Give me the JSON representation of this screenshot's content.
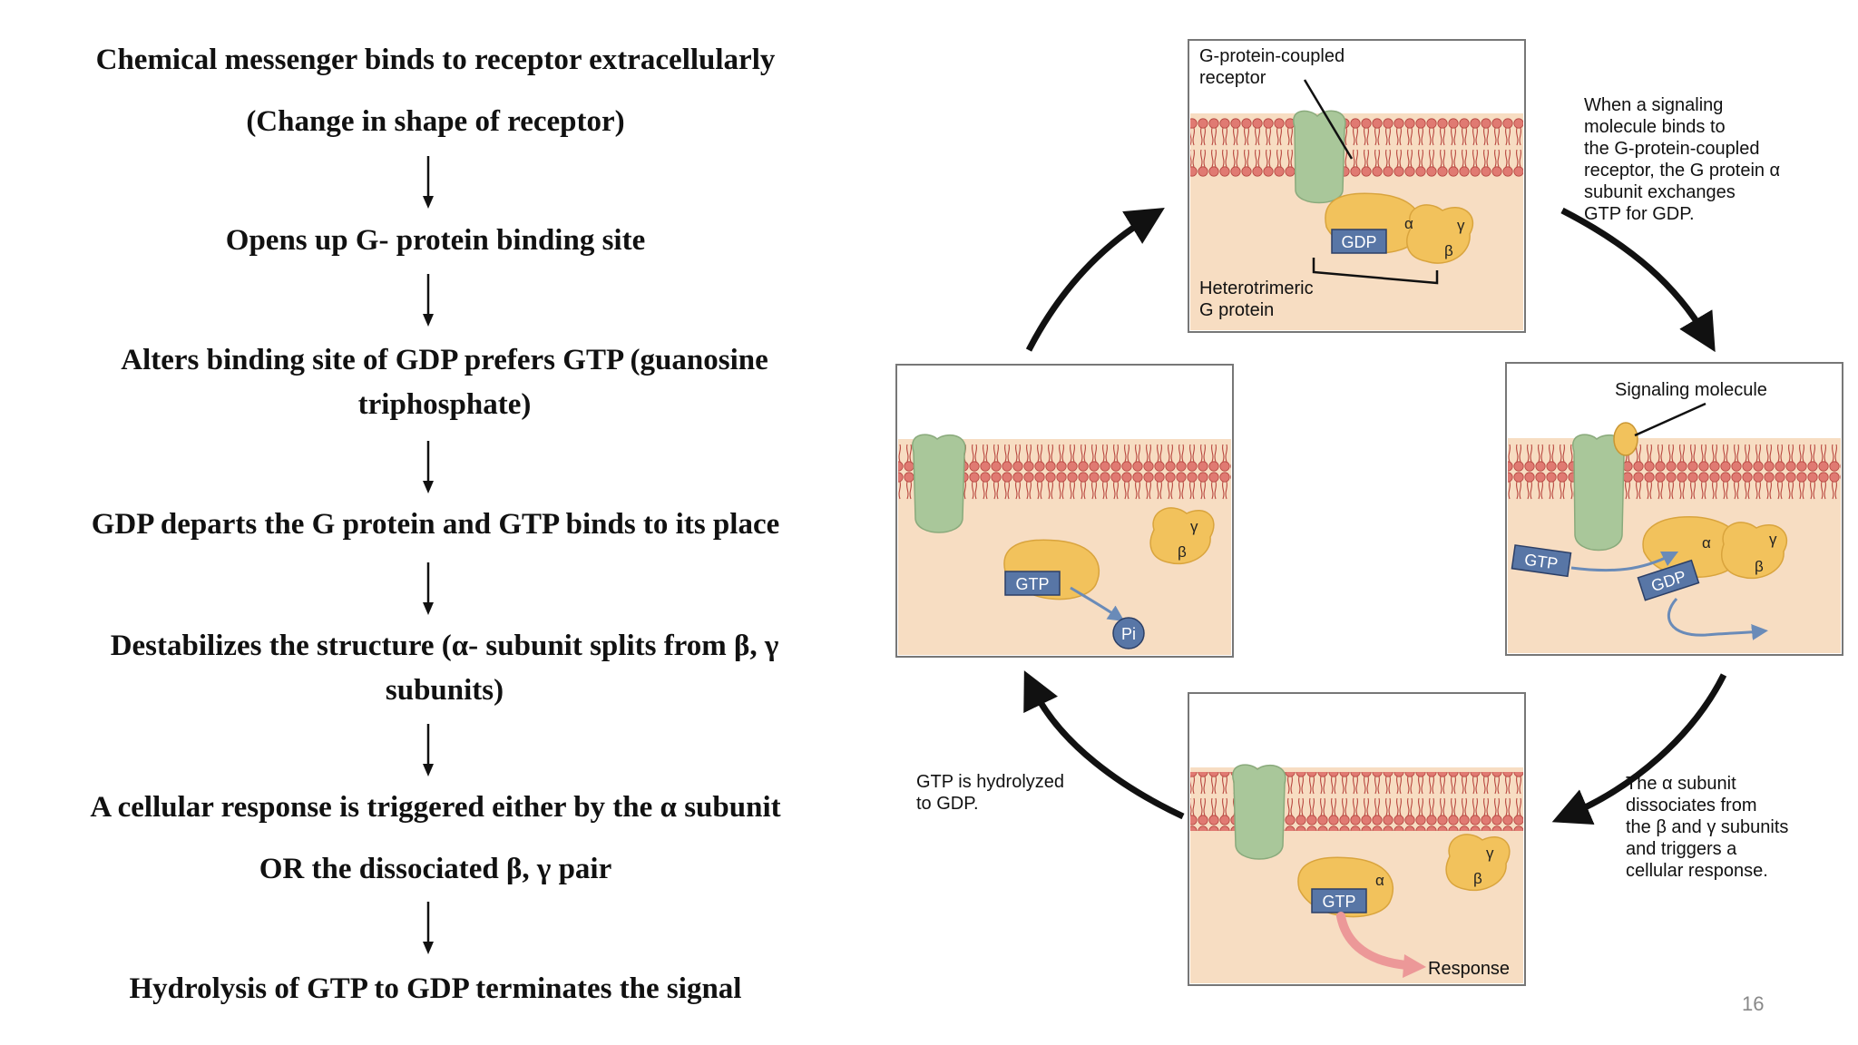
{
  "flow": {
    "steps": [
      "Chemical messenger binds to receptor extracellularly",
      "(Change in shape of receptor)",
      "Opens up G- protein binding site",
      "Alters binding site of GDP prefers GTP (guanosine triphosphate)",
      "GDP departs the G protein and GTP binds to its place",
      "Destabilizes the structure (α- subunit splits from β, γ subunits)",
      "A cellular response is triggered either by the α subunit",
      "OR the dissociated β, γ pair",
      "Hydrolysis of GTP to GDP terminates the signal"
    ]
  },
  "diagram": {
    "panel_top": {
      "receptor_label": "G-protein-coupled receptor",
      "gprotein_label": "Heterotrimeric G protein",
      "gdp": "GDP",
      "alpha": "α",
      "beta": "β",
      "gamma": "γ"
    },
    "panel_right": {
      "signal_label": "Signaling molecule",
      "gtp": "GTP",
      "gdp": "GDP",
      "alpha": "α",
      "beta": "β",
      "gamma": "γ"
    },
    "panel_bottom": {
      "gtp": "GTP",
      "alpha": "α",
      "beta": "β",
      "gamma": "γ",
      "response": "Response"
    },
    "panel_left": {
      "gtp": "GTP",
      "pi": "Pi",
      "beta": "β",
      "gamma": "γ"
    },
    "captions": {
      "top_right": "When a signaling molecule binds to the G-protein-coupled receptor, the G protein α subunit exchanges GTP for GDP.",
      "bottom_right": "The α subunit dissociates from the β and γ subunits and triggers a cellular response.",
      "left": "GTP is hydrolyzed to GDP."
    },
    "colors": {
      "cytoplasm": "#f7ddc2",
      "membrane_head": "#d95f5f",
      "receptor": "#a9c79a",
      "subunit": "#f2c25c",
      "nucleotide_box": "#5876a6"
    }
  },
  "page_number": "16"
}
